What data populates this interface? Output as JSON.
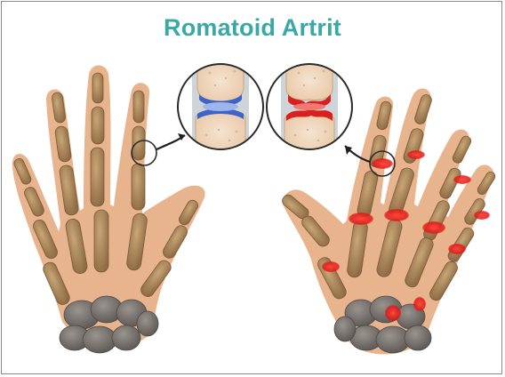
{
  "title": "Romatoid Artrit",
  "colors": {
    "title": "#3aa8a6",
    "skin": "#e8b48e",
    "bone": "#b08c5e",
    "bone_dark": "#8a6a42",
    "carpal": "#7a7470",
    "healthy_cartilage": "#3b63c8",
    "inflamed_cartilage": "#d8201e",
    "circle_border": "#2b2b2b"
  },
  "panels": [
    {
      "id": "healthy",
      "joint": "normal",
      "icon": "healthy-joint-icon"
    },
    {
      "id": "affected",
      "joint": "inflamed",
      "icon": "inflamed-joint-icon"
    }
  ]
}
